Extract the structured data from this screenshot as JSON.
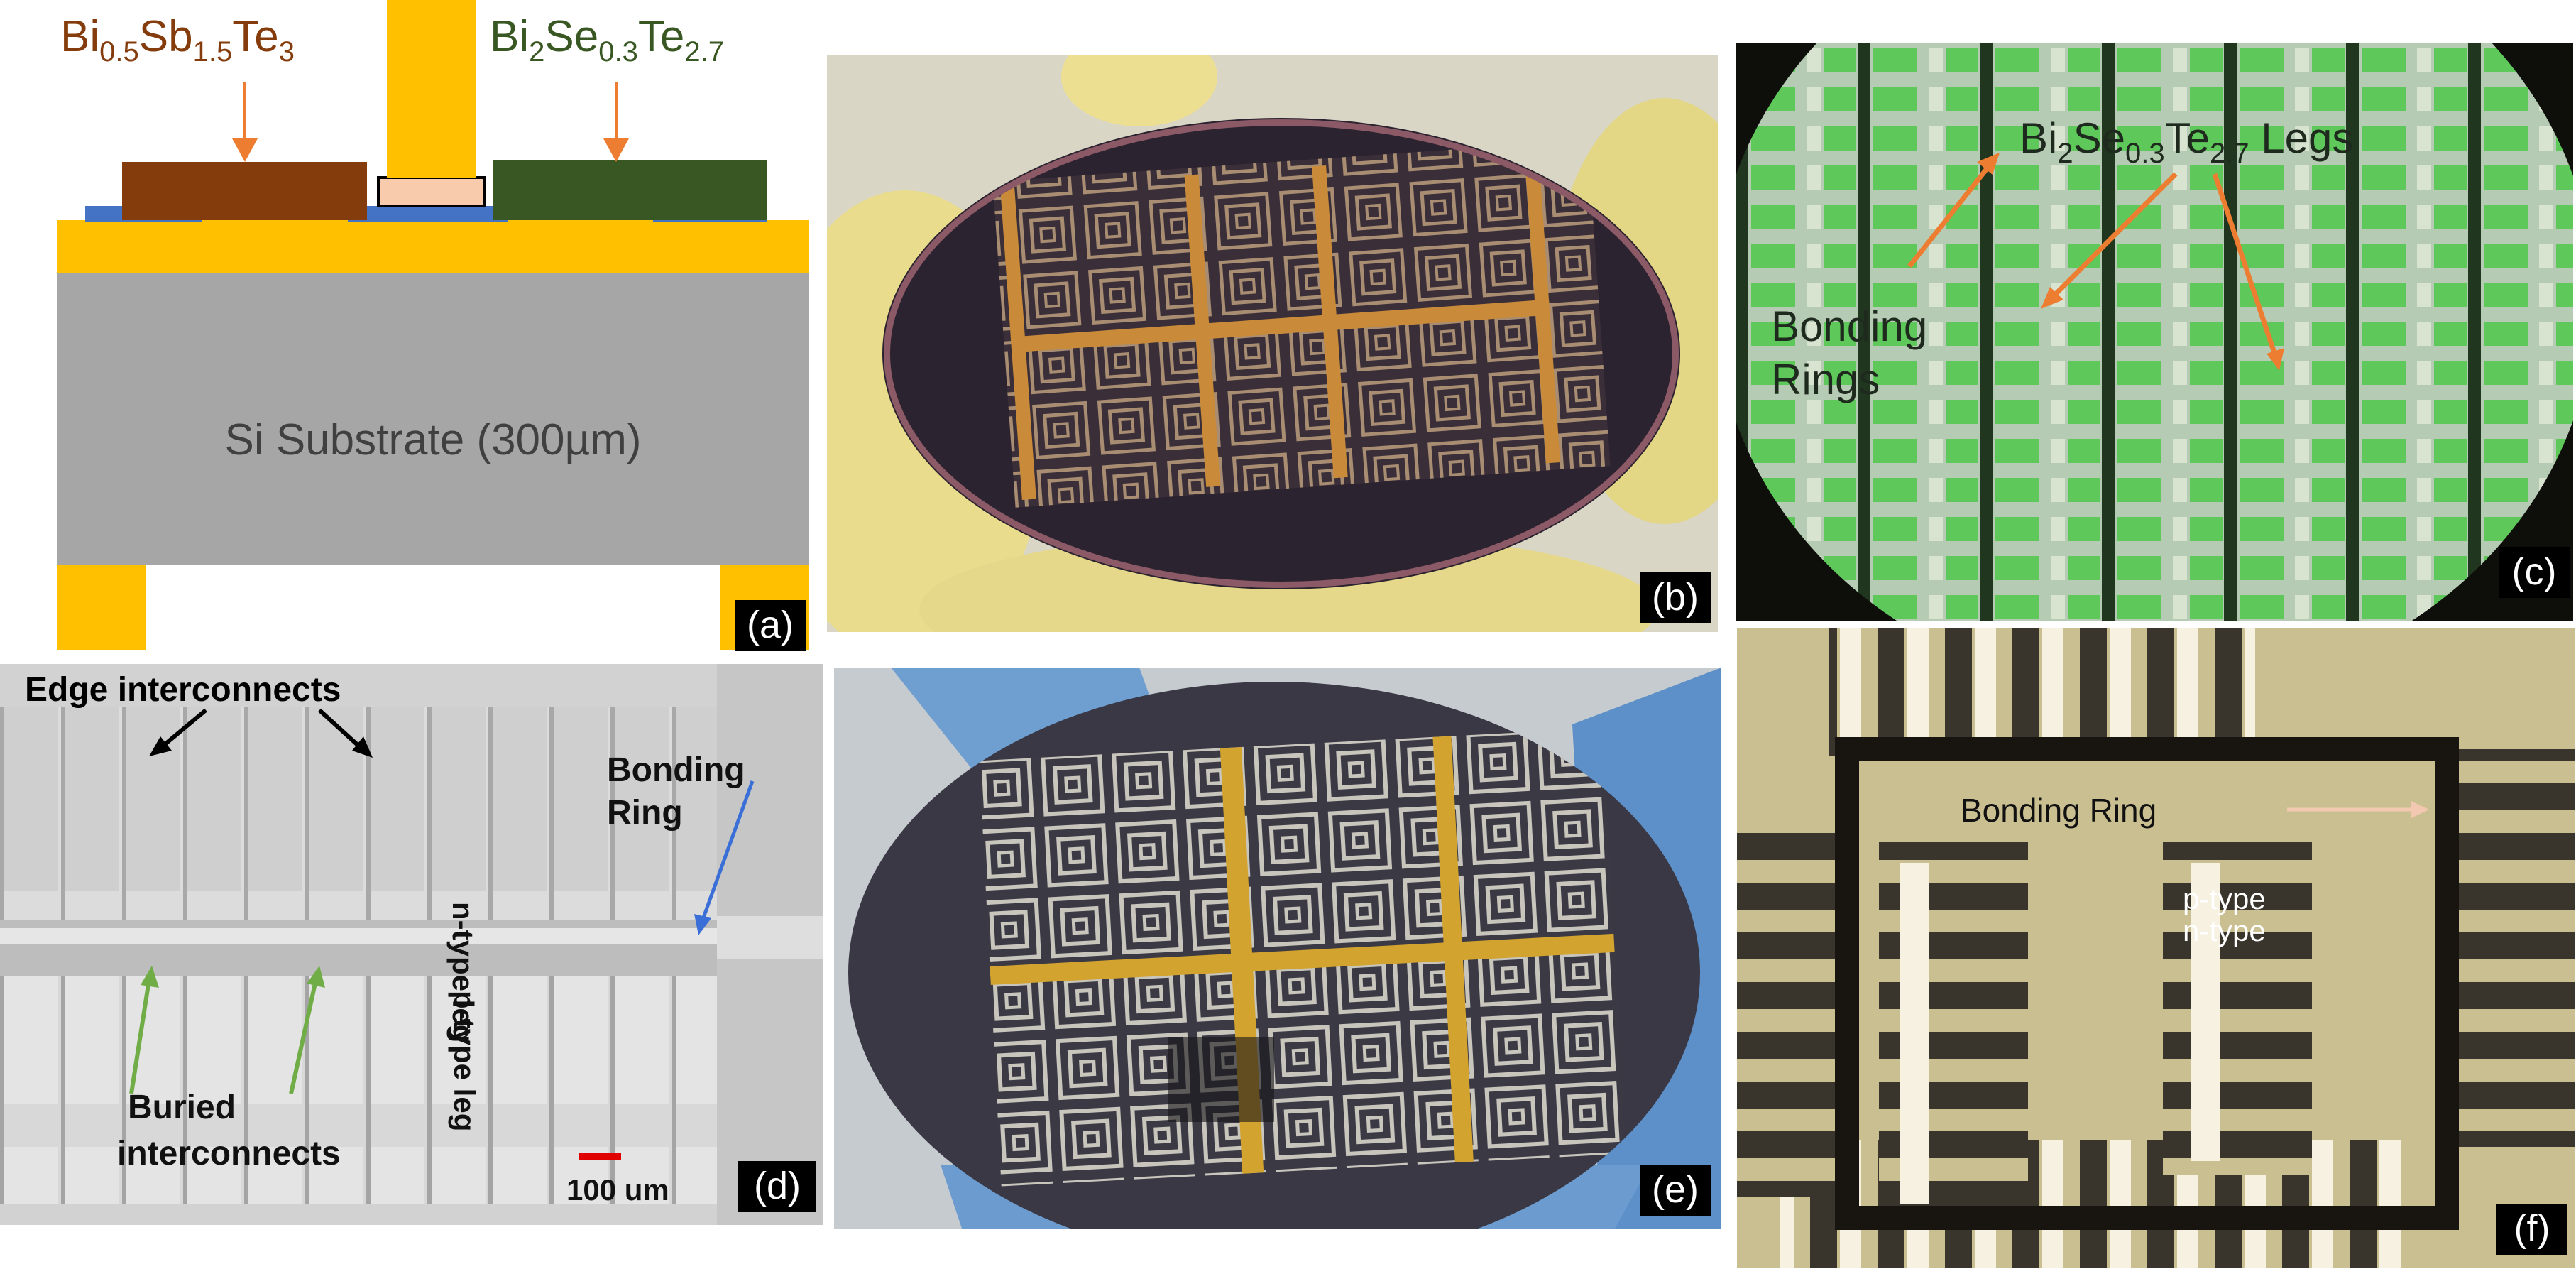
{
  "panel_a": {
    "tag": "(a)",
    "p_material": {
      "base": "Bi",
      "s1": "0.5",
      "m2": "Sb",
      "s2": "1.5",
      "m3": "Te",
      "s3": "3"
    },
    "n_material": {
      "base": "Bi",
      "s1": "2",
      "m2": "Se",
      "s2": "0.3",
      "m3": "Te",
      "s3": "2.7"
    },
    "substrate_label": "Si Substrate (300µm)",
    "colors": {
      "p_leg": "#843c0c",
      "n_leg": "#385723",
      "metal": "#ffc000",
      "contact": "#4472c4",
      "substrate": "#a6a6a6",
      "pad": "#f8cbad",
      "arrow": "#ed7d31"
    }
  },
  "panel_b": {
    "tag": "(b)"
  },
  "panel_c": {
    "tag": "(c)",
    "legs_label": {
      "base": "Bi",
      "s1": "2",
      "m2": "Se",
      "s2": "0.3",
      "m3": "Te",
      "s3": "2.7",
      "suffix": " Legs"
    },
    "rings_label_1": "Bonding",
    "rings_label_2": "Rings"
  },
  "panel_d": {
    "tag": "(d)",
    "edge_label": "Edge interconnects",
    "ring_label_1": "Bonding",
    "ring_label_2": "Ring",
    "n_leg": "n-type leg",
    "p_leg": "p-type leg",
    "buried_1": "Buried",
    "buried_2": "interconnects",
    "scale": "100 um"
  },
  "panel_e": {
    "tag": "(e)"
  },
  "panel_f": {
    "tag": "(f)",
    "ring_label": "Bonding Ring",
    "p_type": "p-type",
    "n_type": "n-type"
  }
}
